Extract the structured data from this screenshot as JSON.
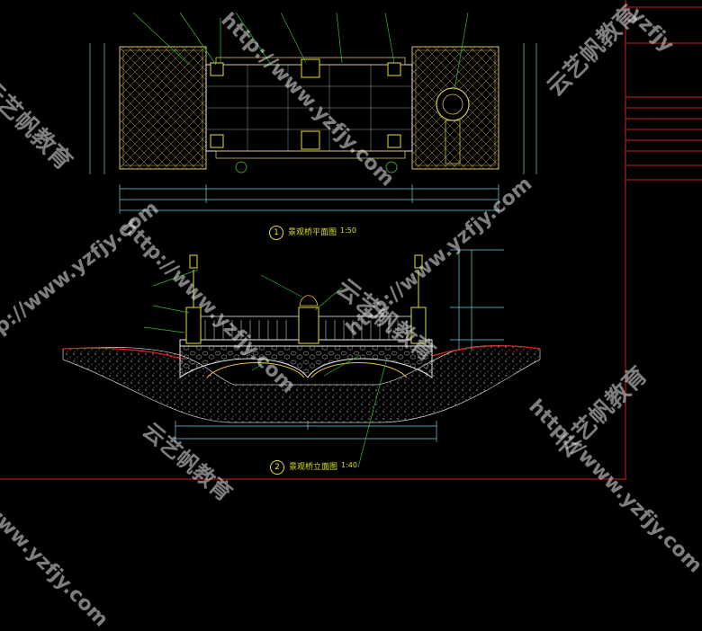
{
  "drawing": {
    "plan_title": "景观桥平面图",
    "plan_scale": "1:50",
    "plan_number": "1",
    "elevation_title": "景观桥立面图",
    "elevation_scale": "1:40",
    "elevation_number": "2"
  },
  "watermarks": [
    "云艺帆教育",
    "http://www.yzfjy.com",
    "yzfjy"
  ],
  "colors": {
    "background": "#000000",
    "paving": "#d8c060",
    "bridge_line": "#e8e8e8",
    "dimension": "#6fd0e0",
    "leader": "#30c030",
    "frame": "#d02020"
  }
}
